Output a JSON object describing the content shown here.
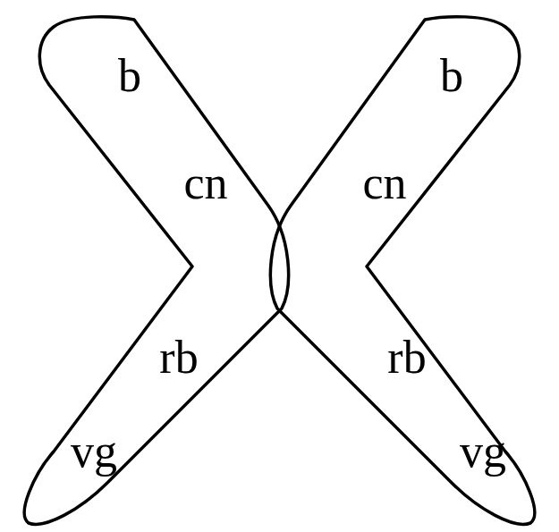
{
  "diagram": {
    "nodes": [
      {
        "text": [
          "b",
          "cn",
          "rb",
          "vg"
        ]
      },
      {
        "text": [
          "b",
          "cn",
          "rb",
          "vg"
        ]
      }
    ]
  }
}
